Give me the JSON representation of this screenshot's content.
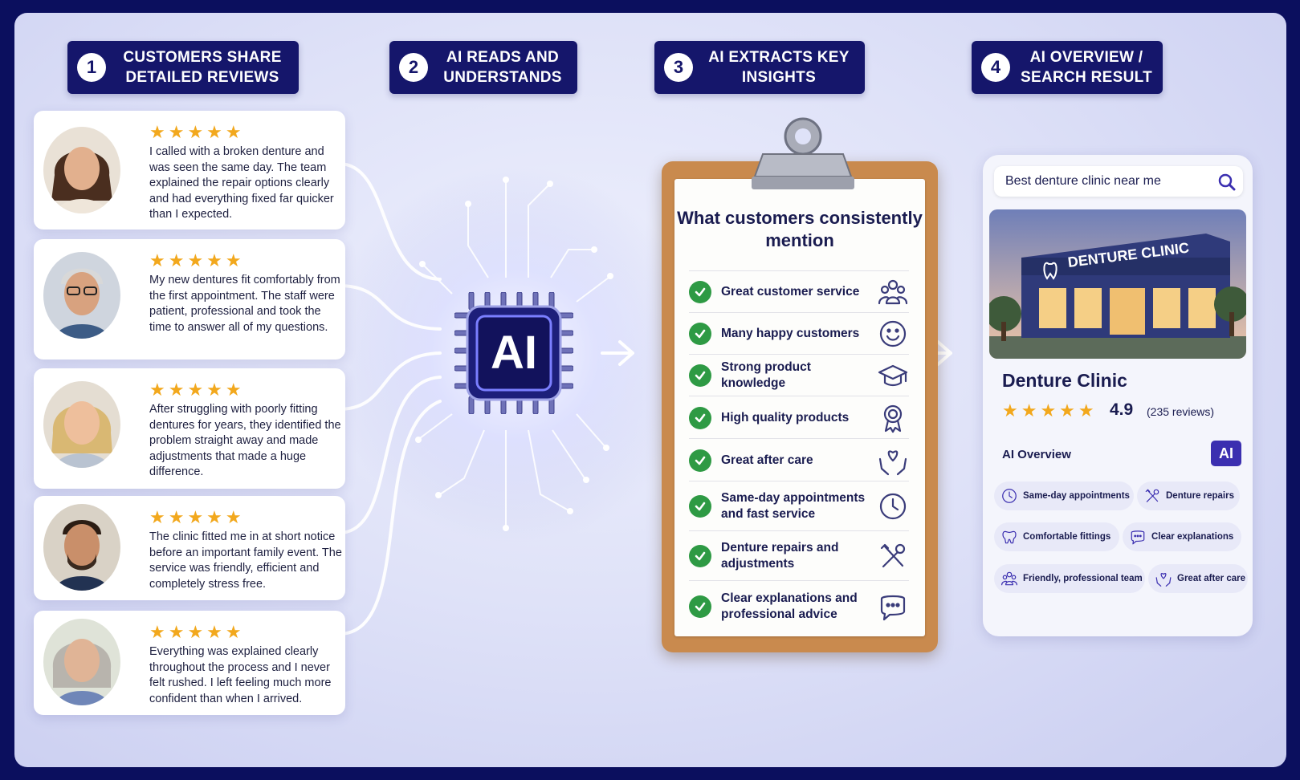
{
  "steps": [
    {
      "num": "1",
      "label": "CUSTOMERS SHARE DETAILED REVIEWS"
    },
    {
      "num": "2",
      "label": "AI READS AND UNDERSTANDS"
    },
    {
      "num": "3",
      "label": "AI EXTRACTS KEY INSIGHTS"
    },
    {
      "num": "4",
      "label": "AI OVERVIEW / SEARCH RESULT"
    }
  ],
  "reviews": [
    {
      "rating": 5,
      "stars": "★★★★★",
      "text": "I called with a broken denture and was seen the same day. The team explained the repair options clearly and had everything fixed far quicker than I expected."
    },
    {
      "rating": 5,
      "stars": "★★★★★",
      "text": "My new dentures fit comfortably from the first appointment. The staff were patient, professional and took the time to answer all of my questions."
    },
    {
      "rating": 5,
      "stars": "★★★★★",
      "text": "After struggling with poorly fitting dentures for years, they identified the problem straight away and made adjustments that made a huge difference."
    },
    {
      "rating": 5,
      "stars": "★★★★★",
      "text": "The clinic fitted me in at short notice before an important family event. The service was friendly, efficient and completely stress free."
    },
    {
      "rating": 5,
      "stars": "★★★★★",
      "text": "Everything was explained clearly throughout the process and I never felt rushed. I left feeling much more confident than when I arrived."
    }
  ],
  "chip_label": "AI",
  "clipboard": {
    "title": "What customers consistently mention",
    "items": [
      {
        "label": "Great customer service",
        "icon": "group-icon"
      },
      {
        "label": "Many happy customers",
        "icon": "smiley-icon"
      },
      {
        "label": "Strong product knowledge",
        "icon": "graduation-cap-icon"
      },
      {
        "label": "High quality products",
        "icon": "award-ribbon-icon"
      },
      {
        "label": "Great after care",
        "icon": "heart-hands-icon"
      },
      {
        "label": "Same-day appointments and fast service",
        "icon": "clock-icon"
      },
      {
        "label": "Denture repairs and adjustments",
        "icon": "tools-icon"
      },
      {
        "label": "Clear explanations and professional advice",
        "icon": "chat-bubble-icon"
      }
    ]
  },
  "result": {
    "search_query": "Best denture clinic near me",
    "sign_text": "DENTURE CLINIC",
    "name": "Denture Clinic",
    "stars": "★★★★★",
    "rating": "4.9",
    "review_count": "(235 reviews)",
    "ai_overview_label": "AI Overview",
    "ai_badge": "AI",
    "chips": [
      {
        "label": "Same-day appointments",
        "icon": "clock-icon"
      },
      {
        "label": "Denture repairs",
        "icon": "tools-icon"
      },
      {
        "label": "Comfortable fittings",
        "icon": "tooth-icon"
      },
      {
        "label": "Clear explanations",
        "icon": "chat-bubble-icon"
      },
      {
        "label": "Friendly, professional team",
        "icon": "group-icon"
      },
      {
        "label": "Great after care",
        "icon": "heart-hands-icon"
      }
    ]
  },
  "colors": {
    "navy": "#15166b",
    "star": "#f2a81d",
    "check": "#2e9a44",
    "accent": "#3b2fb0"
  }
}
